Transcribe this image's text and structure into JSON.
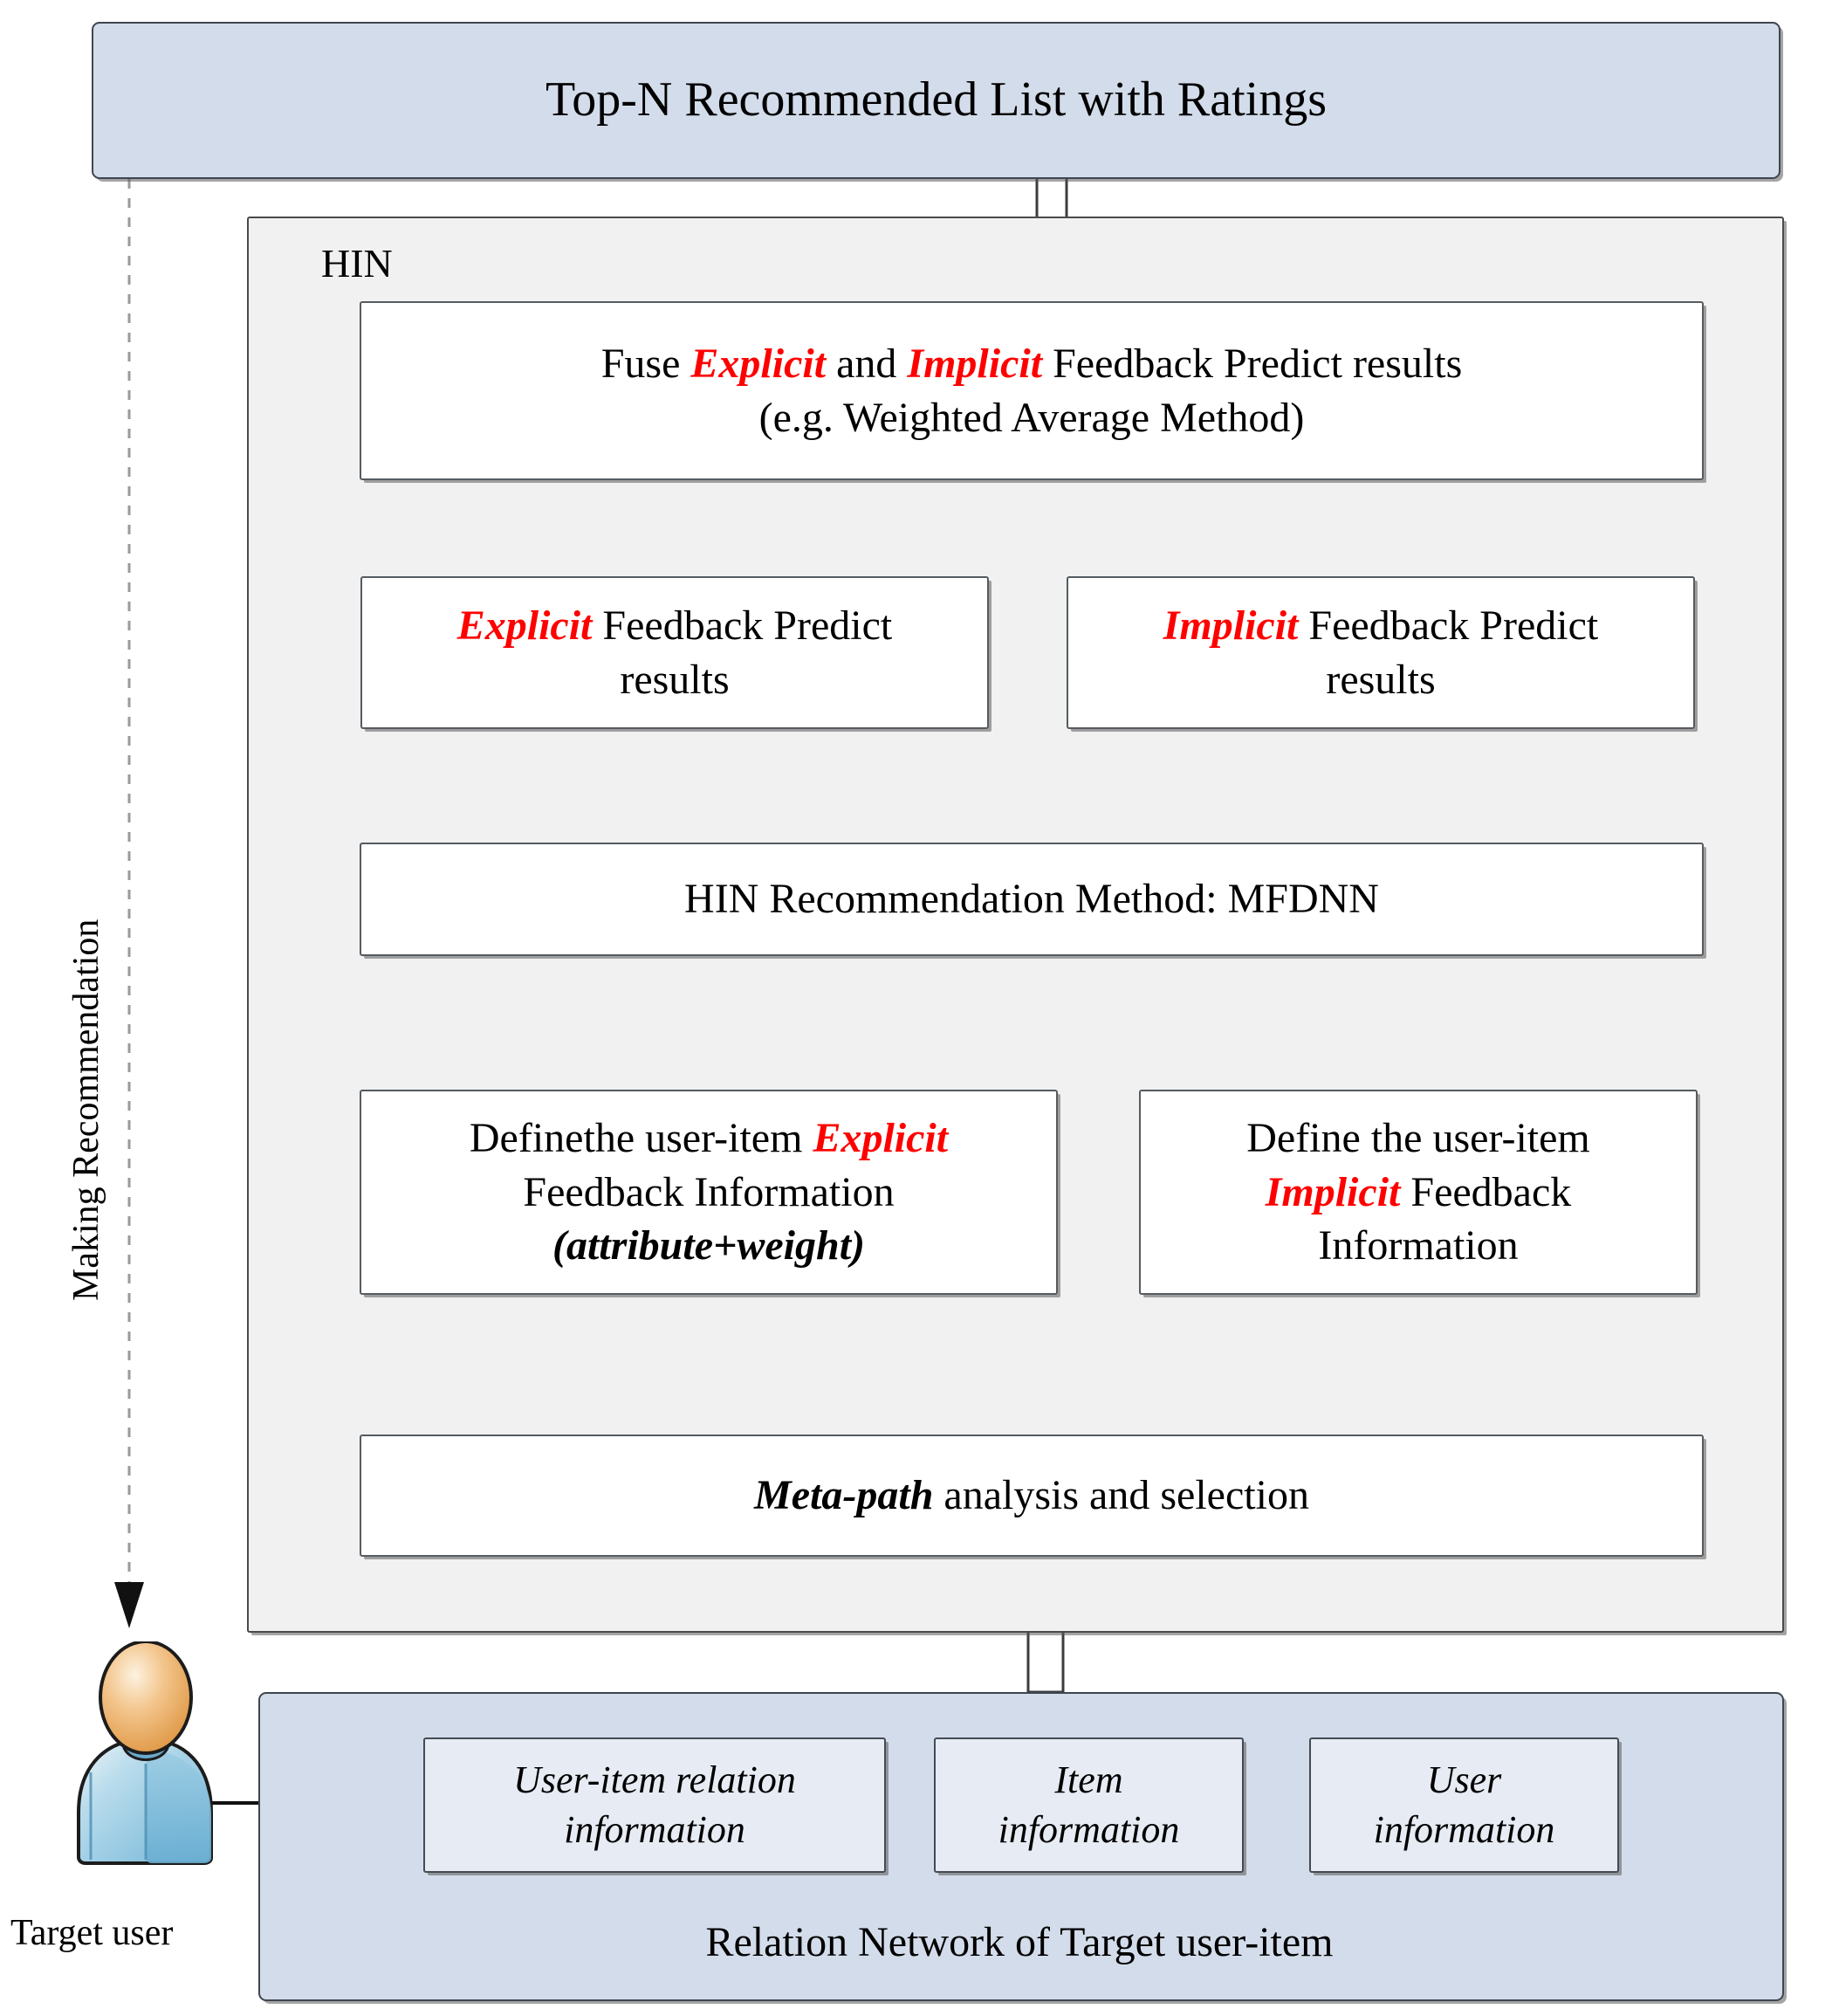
{
  "diagram": {
    "title_banner": {
      "label": "Top-N Recommended List with Ratings"
    },
    "side_label": {
      "label": "Making Recommendation"
    },
    "hin": {
      "label": "HIN",
      "fuse_box": {
        "line1_pre": "Fuse ",
        "line1_em1": "Explicit",
        "line1_mid": " and ",
        "line1_em2": "Implicit",
        "line1_post": " Feedback Predict results",
        "line2": "(e.g. Weighted Average Method)"
      },
      "explicit_predict": {
        "em": "Explicit",
        "rest": " Feedback Predict",
        "line2": "results"
      },
      "implicit_predict": {
        "em": "Implicit",
        "rest": " Feedback Predict",
        "line2": "results"
      },
      "method_box": {
        "label": "HIN Recommendation Method: MFDNN"
      },
      "explicit_define": {
        "line1_pre": "Definethe user-item ",
        "line1_em": "Explicit",
        "line2": "Feedback Information",
        "line3": "(attribute+weight)"
      },
      "implicit_define": {
        "line1": "Define  the user-item",
        "line2_em": "Implicit",
        "line2_rest": " Feedback",
        "line3": "Information"
      },
      "meta_path_box": {
        "em": "Meta-path",
        "rest": " analysis and selection"
      }
    },
    "relation_network": {
      "footer_label": "Relation Network of Target user-item",
      "items": [
        {
          "line1": "User-item relation",
          "line2": "information"
        },
        {
          "line1": "Item",
          "line2": "information"
        },
        {
          "line1": "User",
          "line2": "information"
        }
      ]
    },
    "target_user": {
      "label": "Target user"
    }
  },
  "colors": {
    "banner_fill": "#d3dcea",
    "hin_fill": "#f1f1f1",
    "process_fill": "#ffffff",
    "info_fill": "#e7ebf3",
    "emphasis_red": "#ff0000",
    "outline": "#4a4f56"
  }
}
